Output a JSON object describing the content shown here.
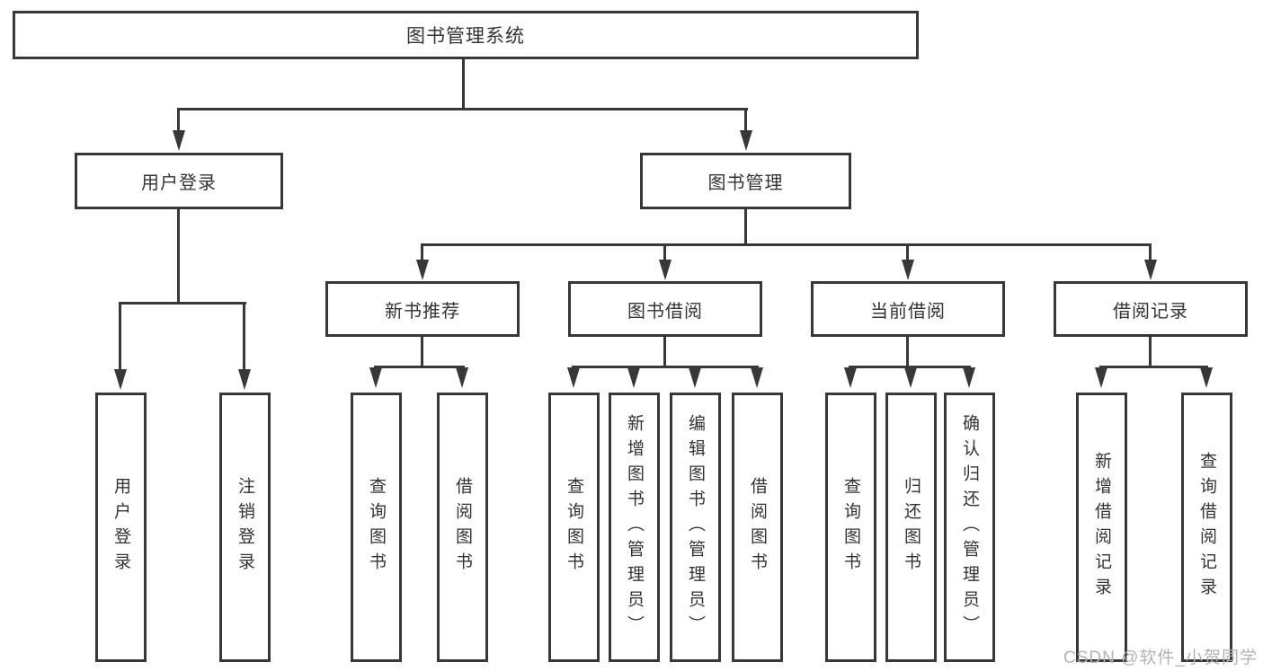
{
  "diagram": {
    "type": "hierarchy-tree",
    "root": {
      "label": "图书管理系统",
      "children": [
        {
          "label": "用户登录",
          "children": [
            {
              "label": "用户登录"
            },
            {
              "label": "注销登录"
            }
          ]
        },
        {
          "label": "图书管理",
          "children": [
            {
              "label": "新书推荐",
              "children": [
                {
                  "label": "查询图书"
                },
                {
                  "label": "借阅图书"
                }
              ]
            },
            {
              "label": "图书借阅",
              "children": [
                {
                  "label": "查询图书"
                },
                {
                  "label": "新增图书（管理员）"
                },
                {
                  "label": "编辑图书（管理员）"
                },
                {
                  "label": "借阅图书"
                }
              ]
            },
            {
              "label": "当前借阅",
              "children": [
                {
                  "label": "查询图书"
                },
                {
                  "label": "归还图书"
                },
                {
                  "label": "确认归还（管理员）"
                }
              ]
            },
            {
              "label": "借阅记录",
              "children": [
                {
                  "label": "新增借阅记录"
                },
                {
                  "label": "查询借阅记录"
                }
              ]
            }
          ]
        }
      ]
    },
    "colors": {
      "line": "#383838",
      "text": "#333333",
      "background": "#ffffff"
    }
  },
  "watermark": {
    "text": "CSDN @软件_小贺同学",
    "color": "#b3b3b3"
  }
}
